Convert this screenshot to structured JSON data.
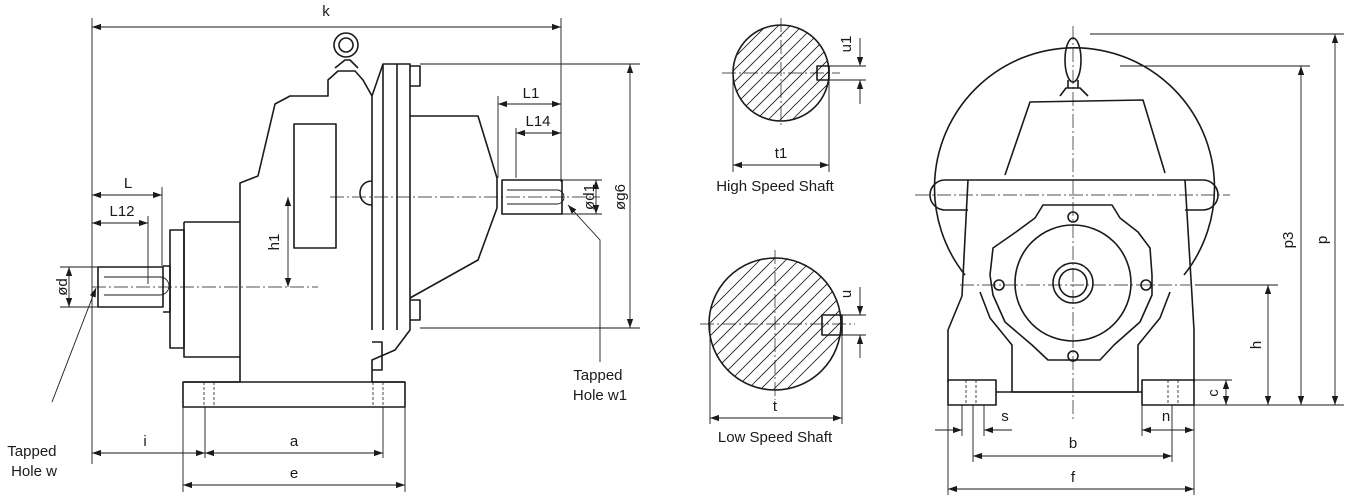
{
  "labels": {
    "k": "k",
    "L": "L",
    "L12": "L12",
    "L1": "L1",
    "L14": "L14",
    "od": "ød",
    "od1": "ød1",
    "og6": "øg6",
    "h1": "h1",
    "i": "i",
    "a": "a",
    "e": "e",
    "tapped_hole_w": [
      "Tapped",
      "Hole w"
    ],
    "tapped_hole_w1": [
      "Tapped",
      "Hole w1"
    ],
    "u1": "u1",
    "t1": "t1",
    "u": "u",
    "t": "t",
    "high_speed_shaft": "High Speed Shaft",
    "low_speed_shaft": "Low Speed Shaft",
    "p3": "p3",
    "p": "p",
    "h": "h",
    "c": "c",
    "s": "s",
    "n": "n",
    "b": "b",
    "f": "f"
  }
}
